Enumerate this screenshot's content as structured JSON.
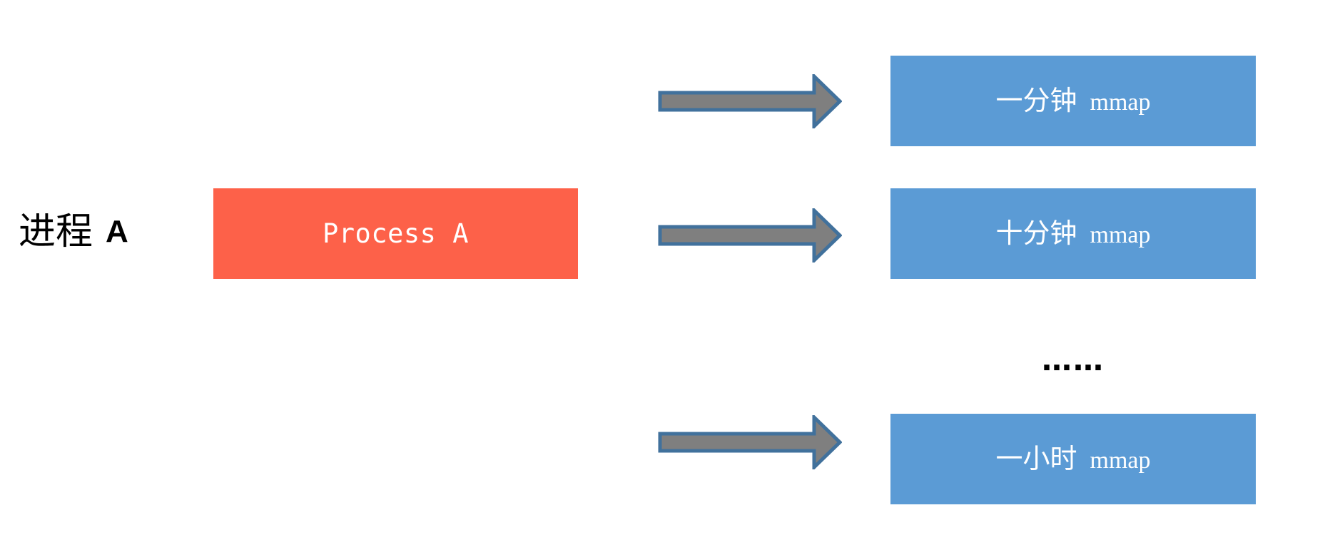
{
  "diagram": {
    "title": "Process A periodic mmap diagram",
    "background_color": "#FFFFFF",
    "process_label": {
      "cjk": "进程",
      "latin": "A"
    },
    "process_box": {
      "label": "Process A",
      "fill_color": "#FD6149",
      "text_color": "#FFFFFF"
    },
    "arrows": [
      {
        "name": "arrow-to-one-minute",
        "fill_color": "#7F7F7F",
        "border_color": "#41719C"
      },
      {
        "name": "arrow-to-ten-minutes",
        "fill_color": "#7F7F7F",
        "border_color": "#41719C"
      },
      {
        "name": "arrow-to-one-hour",
        "fill_color": "#7F7F7F",
        "border_color": "#41719C"
      }
    ],
    "mmap_boxes": [
      {
        "cjk": "一分钟",
        "mono": "mmap",
        "fill_color": "#5B9BD5",
        "text_color": "#FFFFFF"
      },
      {
        "cjk": "十分钟",
        "mono": "mmap",
        "fill_color": "#5B9BD5",
        "text_color": "#FFFFFF"
      },
      {
        "cjk": "一小时",
        "mono": "mmap",
        "fill_color": "#5B9BD5",
        "text_color": "#FFFFFF"
      }
    ],
    "ellipsis": "……"
  }
}
